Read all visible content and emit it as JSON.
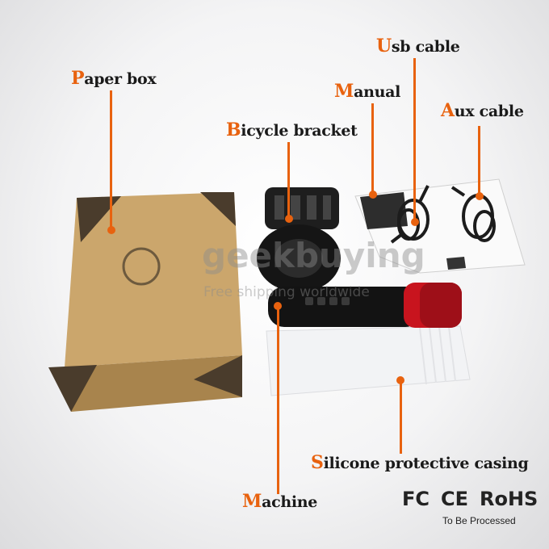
{
  "labels": {
    "paper_box": {
      "first": "P",
      "rest": "aper box"
    },
    "bicycle_bracket": {
      "first": "B",
      "rest": "icycle bracket"
    },
    "manual": {
      "first": "M",
      "rest": "anual"
    },
    "usb_cable": {
      "first": "U",
      "rest": "sb cable"
    },
    "aux_cable": {
      "first": "A",
      "rest": "ux cable"
    },
    "silicone_casing": {
      "first": "S",
      "rest": "ilicone protective casing"
    },
    "machine": {
      "first": "M",
      "rest": "achine"
    }
  },
  "certifications": {
    "fc": "FC",
    "ce": "CE",
    "rohs": "RoHS",
    "note": "To Be Processed"
  },
  "watermark": {
    "brand": "geekbuying",
    "tagline": "Free shipping worldwide"
  },
  "colors": {
    "accent": "#e8620f",
    "box": "#c9a46b",
    "speaker_red": "#c8141e"
  }
}
